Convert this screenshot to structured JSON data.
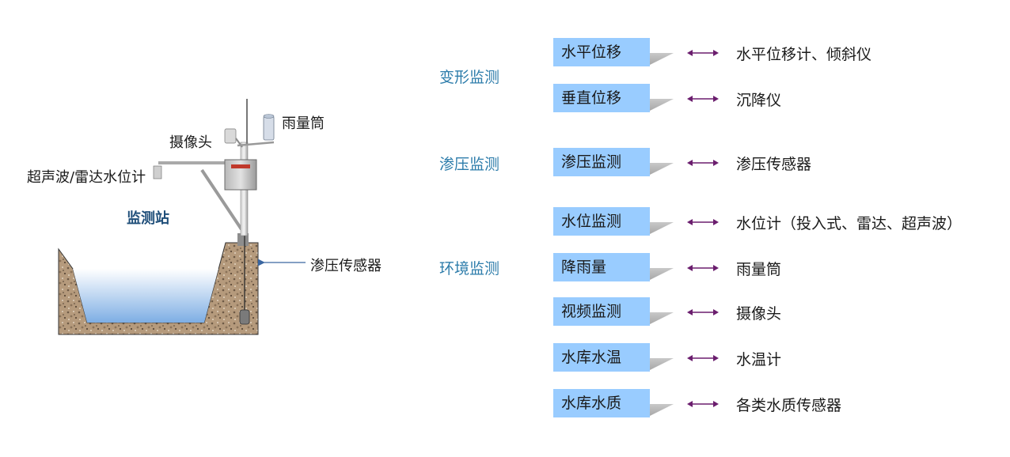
{
  "station": {
    "name": "监测站",
    "labels": {
      "rain_gauge": "雨量筒",
      "camera": "摄像头",
      "water_level_gauge": "超声波/雷达水位计",
      "seepage_sensor": "渗压传感器"
    }
  },
  "categories": [
    {
      "name": "变形监测",
      "items": [
        {
          "label": "水平位移",
          "instrument": "水平位移计、倾斜仪"
        },
        {
          "label": "垂直位移",
          "instrument": "沉降仪"
        }
      ]
    },
    {
      "name": "渗压监测",
      "items": [
        {
          "label": "渗压监测",
          "instrument": "渗压传感器"
        }
      ]
    },
    {
      "name": "环境监测",
      "items": [
        {
          "label": "水位监测",
          "instrument": "水位计（投入式、雷达、超声波）"
        },
        {
          "label": "降雨量",
          "instrument": "雨量筒"
        },
        {
          "label": "视频监测",
          "instrument": "摄像头"
        },
        {
          "label": "水库水温",
          "instrument": "水温计"
        },
        {
          "label": "水库水质",
          "instrument": "各类水质传感器"
        }
      ]
    }
  ],
  "colors": {
    "category_text": "#2e7dab",
    "item_box": "#99ccff",
    "arrow": "#6b1e6e",
    "station_title": "#1f4e79"
  }
}
